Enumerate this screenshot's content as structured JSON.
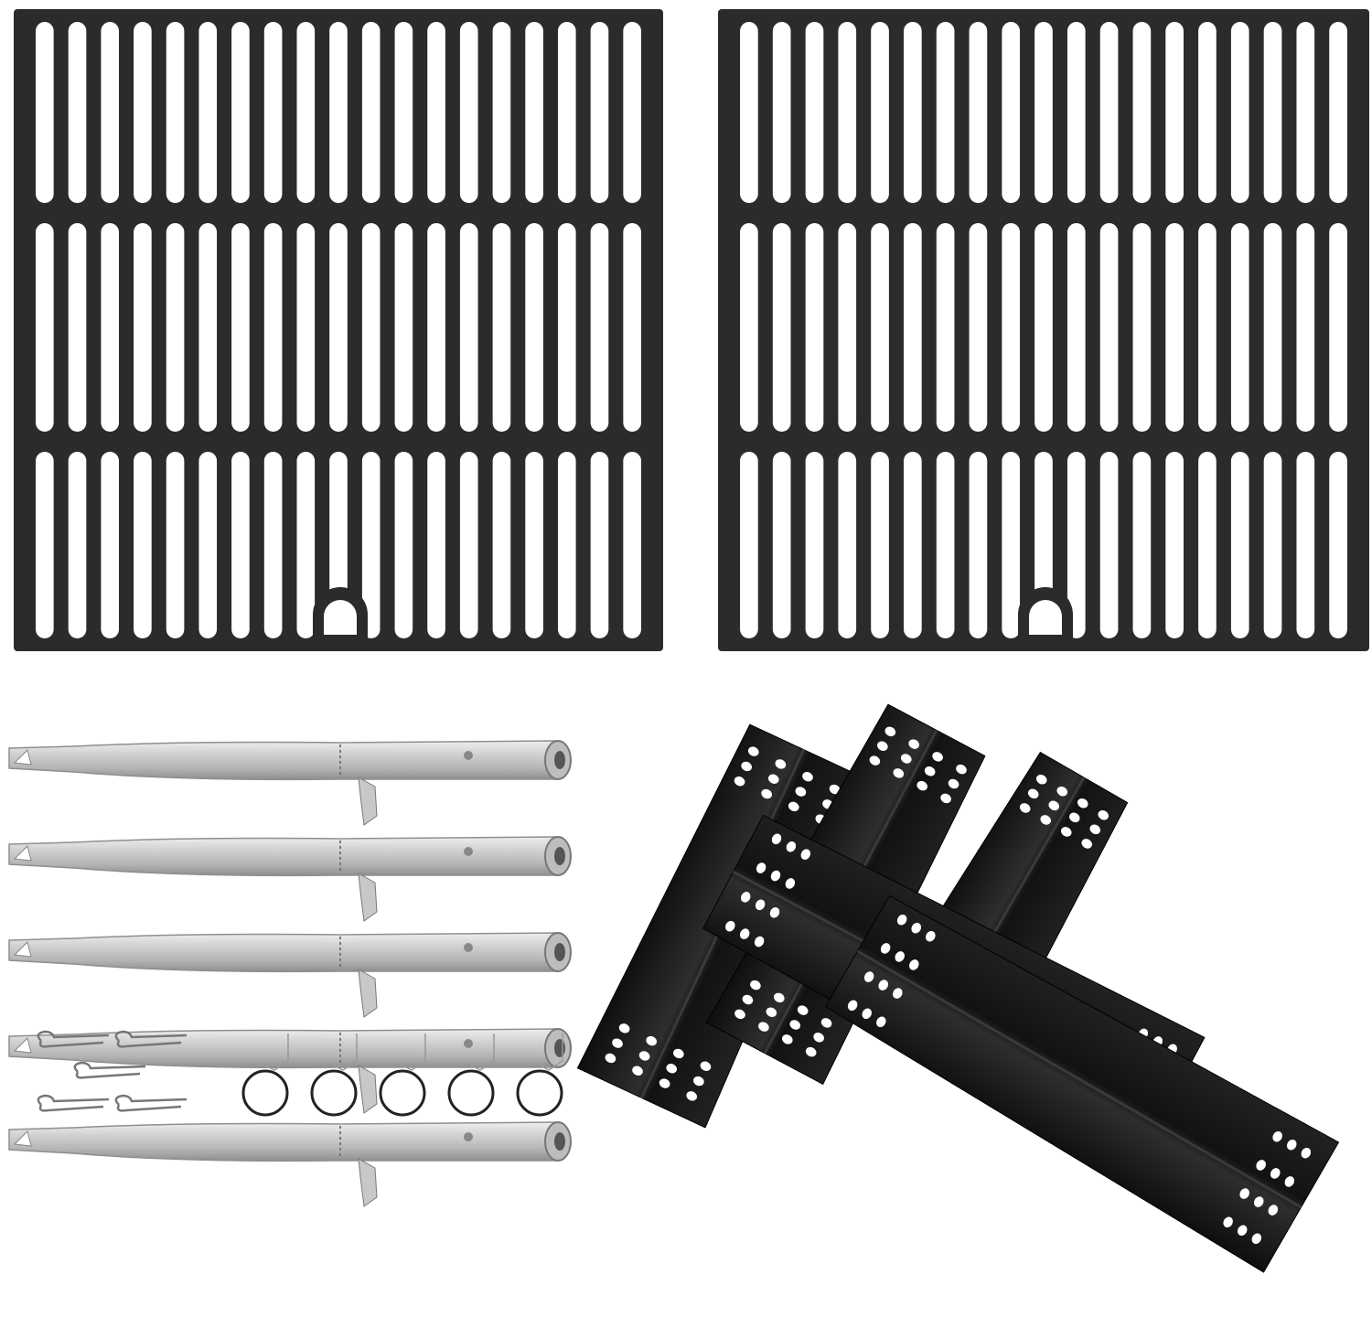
{
  "product_image": {
    "colors": {
      "background": "#ffffff",
      "cast_iron_grate": "#2b2b2b",
      "stainless_burner": "#c9c9c9",
      "burner_shadow": "#8f8f8f",
      "heat_plate": "#151515",
      "heat_plate_highlight": "#3a3a3a"
    },
    "items": {
      "cooking_grates": 2,
      "burner_tubes": 5,
      "heat_plates": 5,
      "cotter_pins": 5,
      "crossover_wires": 5
    }
  }
}
